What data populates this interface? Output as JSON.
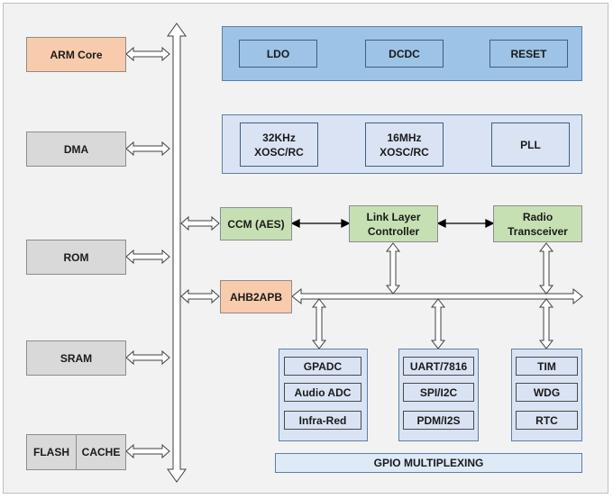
{
  "left_blocks": {
    "arm_core": "ARM Core",
    "dma": "DMA",
    "rom": "ROM",
    "sram": "SRAM",
    "flash": "FLASH",
    "cache": "CACHE"
  },
  "power_row": {
    "ldo": "LDO",
    "dcdc": "DCDC",
    "reset": "RESET"
  },
  "clock_row": {
    "osc32_line1": "32KHz",
    "osc32_line2": "XOSC/RC",
    "osc16_line1": "16MHz",
    "osc16_line2": "XOSC/RC",
    "pll": "PLL"
  },
  "middle_row": {
    "ccm": "CCM (AES)",
    "link_layer_line1": "Link Layer",
    "link_layer_line2": "Controller",
    "radio_line1": "Radio",
    "radio_line2": "Transceiver"
  },
  "bridge": {
    "ahb2apb": "AHB2APB"
  },
  "peripheral_groups": {
    "analog": [
      "GPADC",
      "Audio ADC",
      "Infra-Red"
    ],
    "serial": [
      "UART/7816",
      "SPI/I2C",
      "PDM/I2S"
    ],
    "timers": [
      "TIM",
      "WDG",
      "RTC"
    ]
  },
  "gpio": {
    "label": "GPIO MULTIPLEXING"
  },
  "colors": {
    "core_orange": "#f8cbad",
    "memory_grey": "#d9d9d9",
    "power_blue": "#9dc3e6",
    "clock_lavender": "#dae3f3",
    "rf_green": "#c6e0b4"
  }
}
